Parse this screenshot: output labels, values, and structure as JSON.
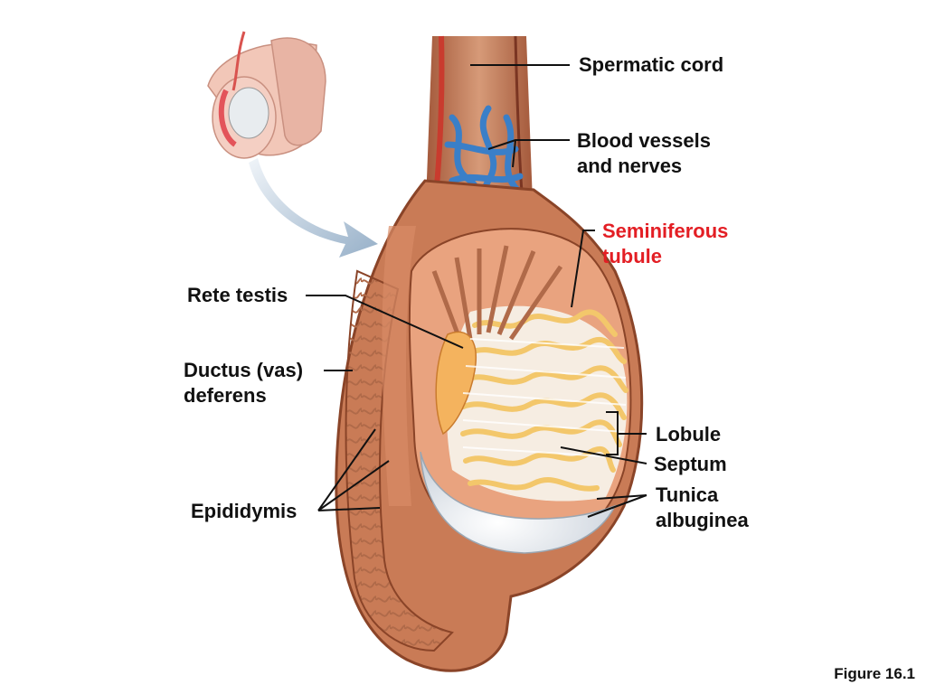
{
  "labels": {
    "spermatic_cord": "Spermatic cord",
    "blood_vessels_line1": "Blood vessels",
    "blood_vessels_line2": "and nerves",
    "seminiferous_line1": "Seminiferous",
    "seminiferous_line2": "tubule",
    "rete_testis": "Rete testis",
    "ductus_line1": "Ductus (vas)",
    "ductus_line2": "deferens",
    "epididymis": "Epididymis",
    "lobule": "Lobule",
    "septum": "Septum",
    "tunica_line1": "Tunica",
    "tunica_line2": "albuginea"
  },
  "figure_caption": "Figure 16.1",
  "colors": {
    "highlight_label": "#e31e24",
    "tissue": "#c97b56",
    "tissue_dark": "#9c4f30",
    "tubule": "#f3c76b",
    "vessel_blue": "#3a7fc8",
    "tunica": "#dfe4ea"
  }
}
